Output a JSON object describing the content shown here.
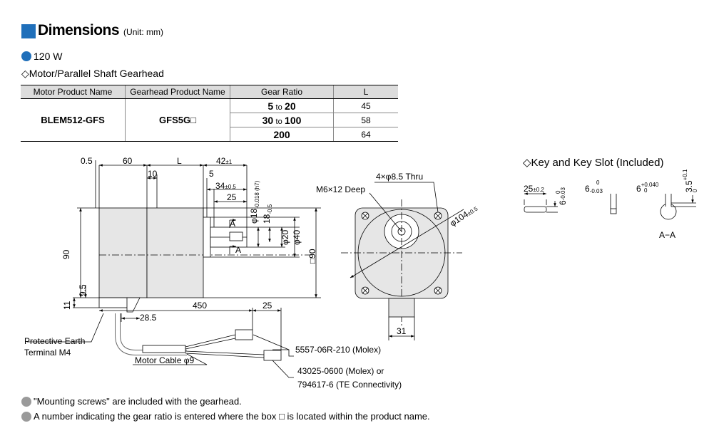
{
  "header": {
    "title": "Dimensions",
    "unit": "(Unit: mm)"
  },
  "power": "120 W",
  "subtitle": "◇Motor/Parallel Shaft Gearhead",
  "table": {
    "headers": [
      "Motor Product Name",
      "Gearhead Product Name",
      "Gear Ratio",
      "L"
    ],
    "motor": "BLEM512-GFS",
    "gearhead": "GFS5G□",
    "rows": [
      {
        "ratio_from": "5",
        "ratio_to": "20",
        "l": "45"
      },
      {
        "ratio_from": "30",
        "ratio_to": "100",
        "l": "58"
      },
      {
        "ratio_from": "200",
        "ratio_to": "",
        "l": "64"
      }
    ],
    "to_word": "to"
  },
  "drawing": {
    "dims": {
      "d05": "0.5",
      "d60": "60",
      "dL": "L",
      "d42": "42",
      "d42tol": "±1",
      "d10": "10",
      "d5": "5",
      "d34": "34",
      "d34tol": "±0.5",
      "d25": "25",
      "phi18": "φ18",
      "phi18tol": "-0.018 (h7)",
      "phi18tol0": "0",
      "d18": "18",
      "d18tol": "-0.5",
      "d18tol0": "0",
      "secA": "A",
      "phi20": "φ20",
      "phi40": "φ40",
      "sq90": "□90",
      "d90": "90",
      "d95": "9.5",
      "d11": "11",
      "d285": "28.5",
      "d450": "450",
      "d25b": "25",
      "m6": "M6×12 Deep",
      "thru": "4×φ8.5 Thru",
      "phi104": "φ104",
      "phi104tol": "±0.5",
      "d31": "31"
    },
    "labels": {
      "pe1": "Protective Earth",
      "pe2": "Terminal M4",
      "cable": "Motor Cable φ9",
      "conn1": "5557-06R-210 (Molex)",
      "conn2a": "43025-0600 (Molex) or",
      "conn2b": "794617-6 (TE Connectivity)"
    }
  },
  "key": {
    "title": "◇Key and Key Slot (Included)",
    "k25": "25",
    "k25tol": "±0.2",
    "k6": "6",
    "k6tol": "-0.03",
    "k6tol0": "0",
    "k6b": "6",
    "k6btol": "-0.03",
    "k6btol0": "0",
    "k6c": "6",
    "k6ctol": "+0.040",
    "k6ctol0": "0",
    "k35": "3.5",
    "k35tol": "+0.1",
    "k35tol0": "0",
    "aa": "A−A"
  },
  "notes": [
    "\"Mounting screws\" are included with the gearhead.",
    "A number indicating the gear ratio is entered where the box □ is located within the product name."
  ],
  "colors": {
    "accent": "#1f6fba",
    "body_gray": "#e6e6e6",
    "note_dot": "#9a9a9a"
  }
}
